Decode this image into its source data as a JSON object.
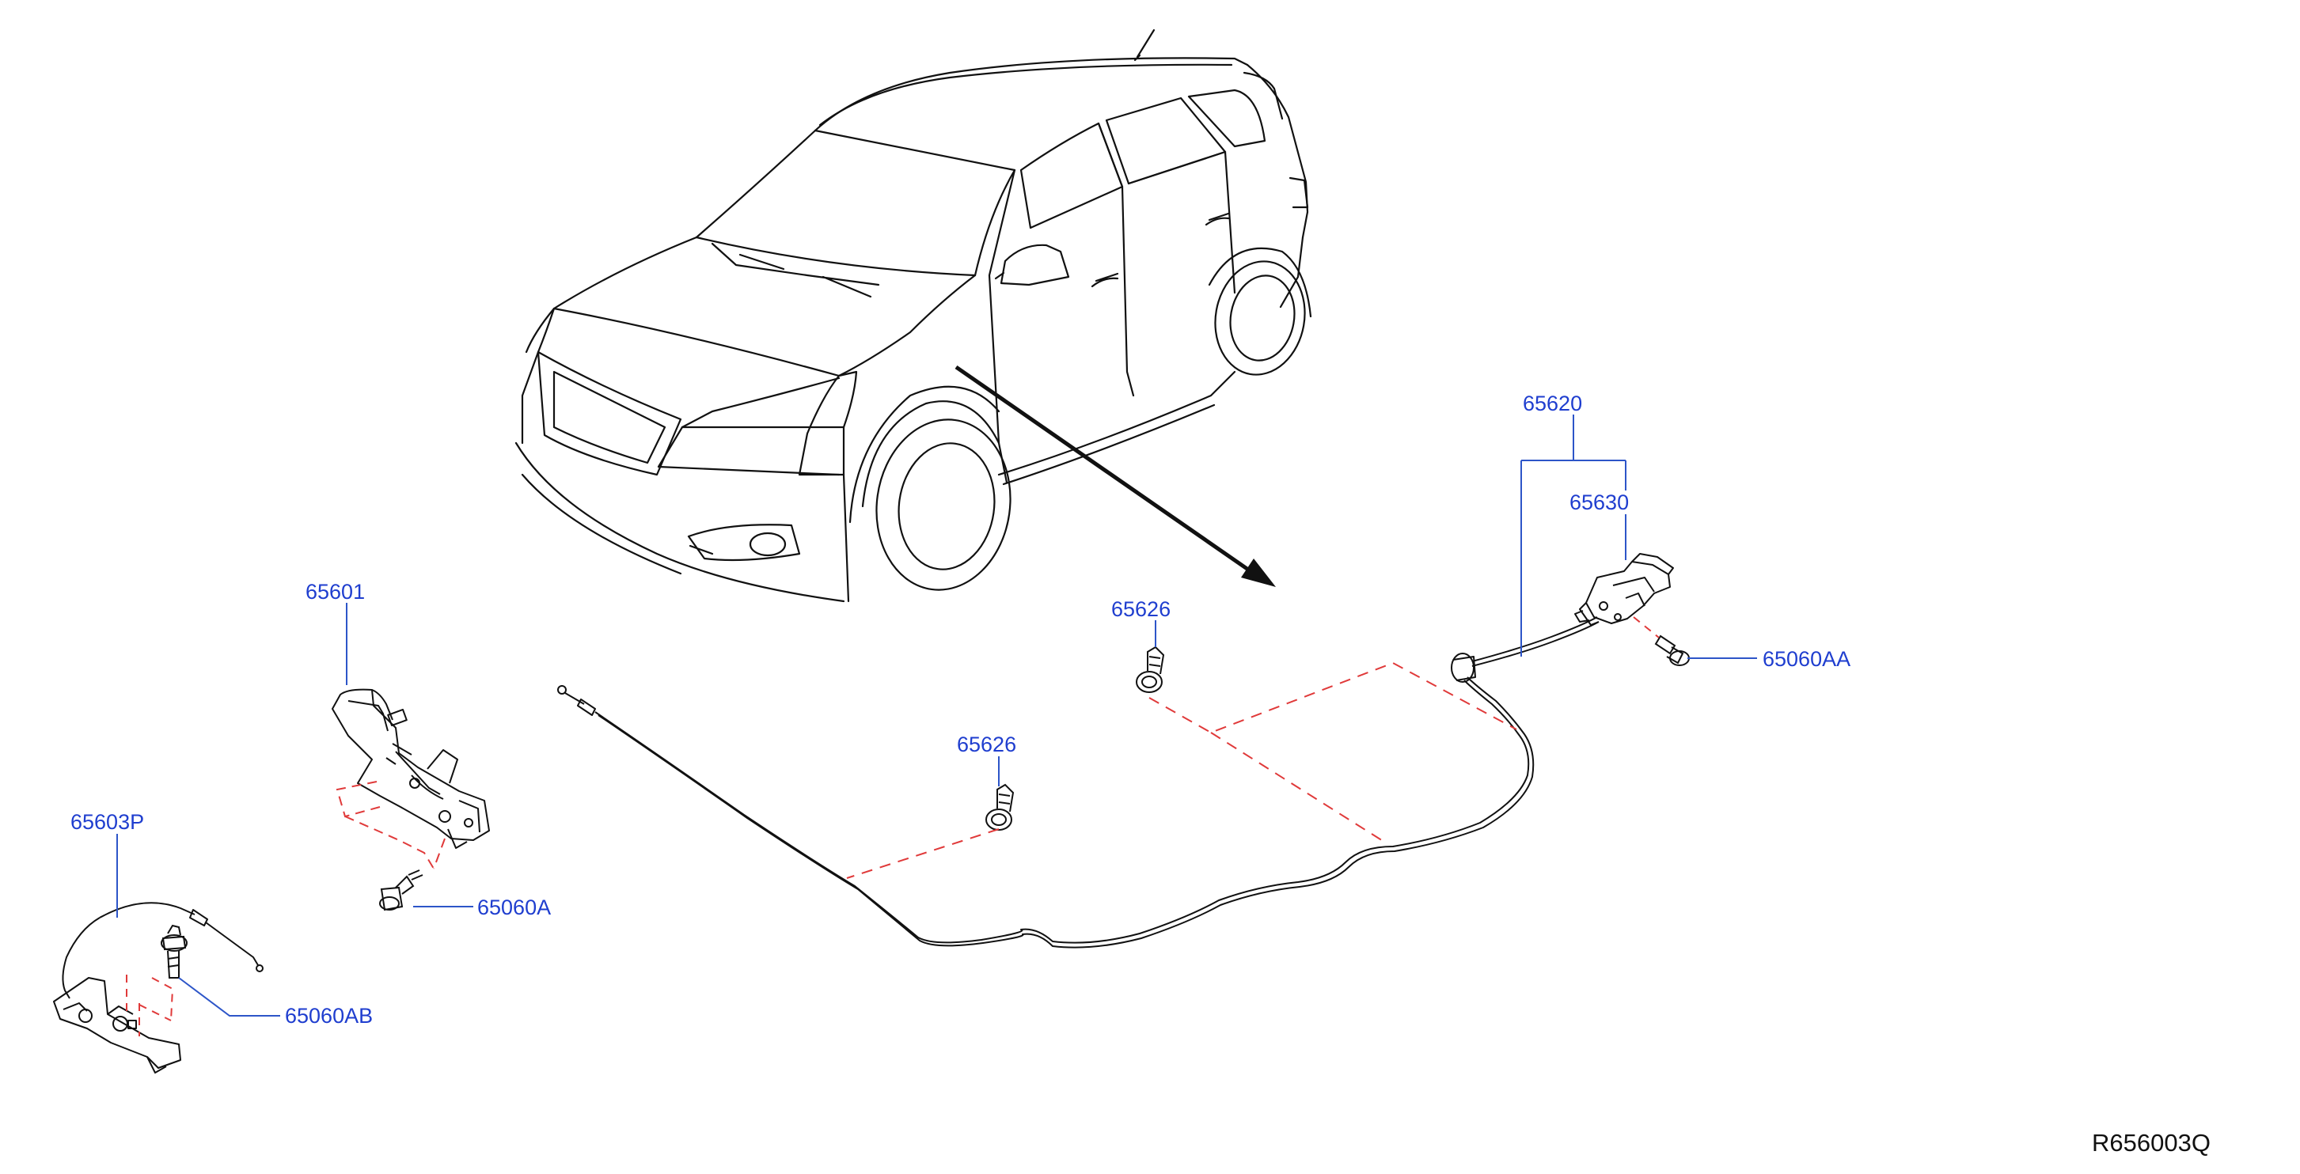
{
  "diagram": {
    "code": "R656003Q",
    "part_labels": {
      "hood_lock": "65601",
      "hood_lock_control_cable_lower": "65603P",
      "bolt_hood_lock": "65060A",
      "bolt_65603p": "65060AB",
      "clip_upper": "65626",
      "clip_lower": "65626",
      "hood_lock_control_assembly": "65620",
      "hood_lock_handle": "65630",
      "bolt_handle": "65060AA"
    },
    "colors": {
      "line_art": "#111111",
      "label_text": "#1f3ecf",
      "leader_line": "#2d55c8",
      "dashed_guide": "#e03a3a"
    }
  }
}
